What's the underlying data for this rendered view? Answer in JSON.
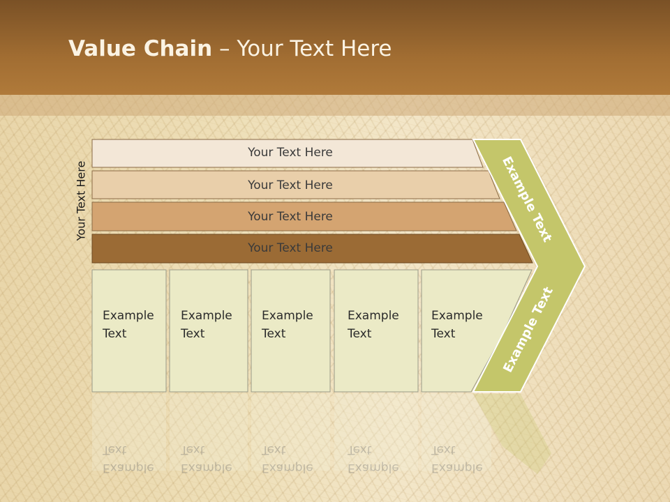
{
  "slide": {
    "title_bold": "Value Chain",
    "title_rest": " – Your Text Here",
    "side_label": "Your Text Here"
  },
  "rows": [
    "Your Text Here",
    "Your Text Here",
    "Your Text Here",
    "Your Text Here"
  ],
  "boxes": [
    {
      "line1": "Example",
      "line2": "Text"
    },
    {
      "line1": "Example",
      "line2": "Text"
    },
    {
      "line1": "Example",
      "line2": "Text"
    },
    {
      "line1": "Example",
      "line2": "Text"
    },
    {
      "line1": "Example",
      "line2": "Text"
    }
  ],
  "chevron": {
    "upper_label": "Example Text",
    "lower_label": "Example Text"
  },
  "colors": {
    "header": "#a16d32",
    "row1": "#f3e7d7",
    "row2": "#e9cfaa",
    "row3": "#d4a471",
    "row4": "#9b6b35",
    "box_fill": "#ebeac6",
    "chevron": "#c4c66a"
  }
}
